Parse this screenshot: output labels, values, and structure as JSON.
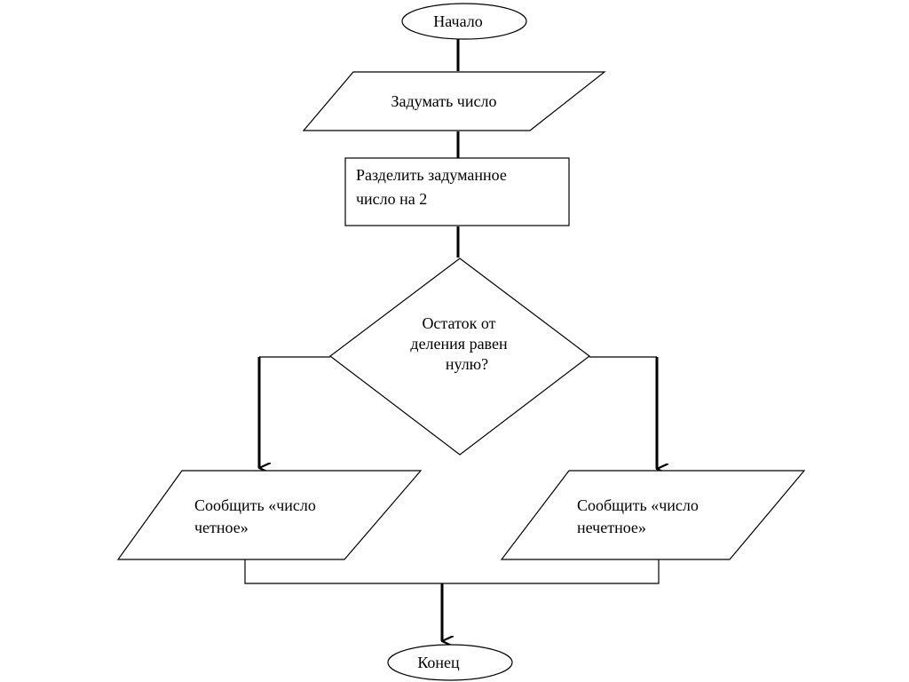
{
  "flowchart": {
    "start": "Начало",
    "input": "Задумать  число",
    "process": [
      "Разделить задуманное",
      "число на 2"
    ],
    "decision": [
      "Остаток от",
      "деления равен",
      "нулю?"
    ],
    "output_even": [
      "Сообщить «число",
      "четное»"
    ],
    "output_odd": [
      "Сообщить «число",
      "нечетное»"
    ],
    "end": "Конец"
  }
}
